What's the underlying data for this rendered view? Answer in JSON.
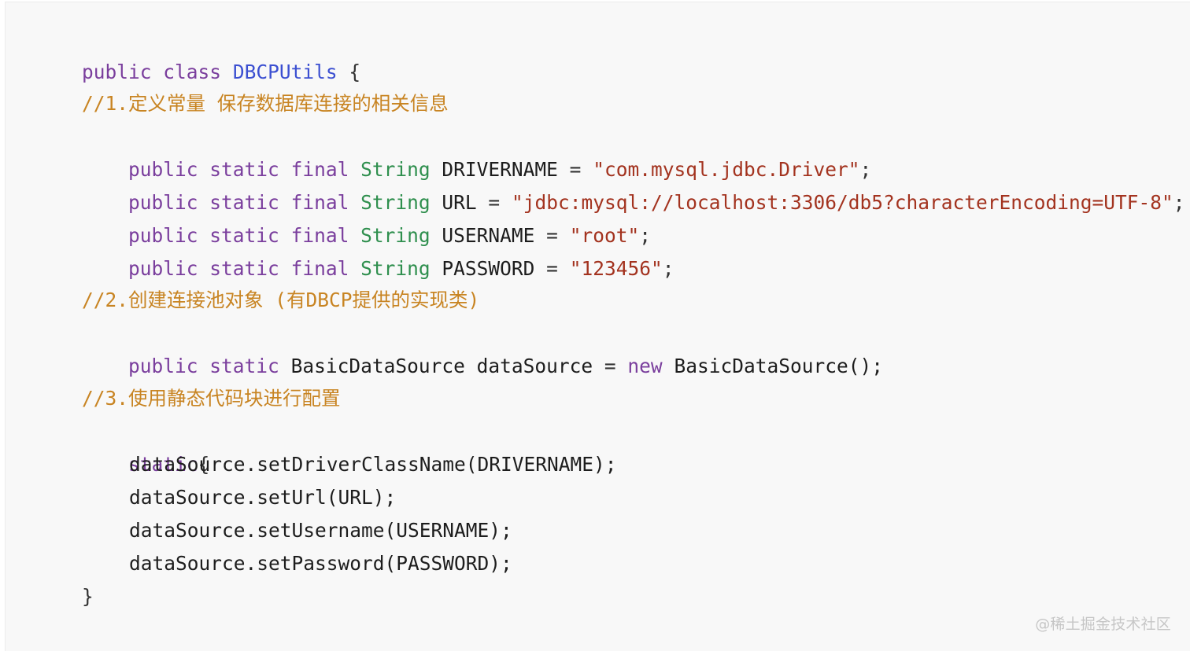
{
  "code": {
    "line1": {
      "t1": "public",
      "t2": "class",
      "t3": "DBCPUtils",
      "t4": "{"
    },
    "comment1": "//1.定义常量 保存数据库连接的相关信息",
    "line_driver": {
      "kw1": "public",
      "kw2": "static",
      "kw3": "final",
      "type": "String",
      "name": "DRIVERNAME",
      "eq": "=",
      "value": "\"com.mysql.jdbc.Driver\"",
      "semi": ";"
    },
    "line_url": {
      "kw1": "public",
      "kw2": "static",
      "kw3": "final",
      "type": "String",
      "name": "URL",
      "eq": "=",
      "value": "\"jdbc:mysql://localhost:3306/db5?characterEncoding=UTF-8\"",
      "semi": ";"
    },
    "line_user": {
      "kw1": "public",
      "kw2": "static",
      "kw3": "final",
      "type": "String",
      "name": "USERNAME",
      "eq": "=",
      "value": "\"root\"",
      "semi": ";"
    },
    "line_pass": {
      "kw1": "public",
      "kw2": "static",
      "kw3": "final",
      "type": "String",
      "name": "PASSWORD",
      "eq": "=",
      "value": "\"123456\"",
      "semi": ";"
    },
    "comment2": "//2.创建连接池对象 (有DBCP提供的实现类)",
    "line_ds": {
      "kw1": "public",
      "kw2": "static",
      "type": "BasicDataSource",
      "name": "dataSource",
      "eq": "=",
      "kw_new": "new",
      "ctor": "BasicDataSource();"
    },
    "comment3": "//3.使用静态代码块进行配置",
    "static_open": {
      "kw": "static",
      "brace": "{"
    },
    "call1": "dataSource.setDriverClassName(DRIVERNAME);",
    "call2": "dataSource.setUrl(URL);",
    "call3": "dataSource.setUsername(USERNAME);",
    "call4": "dataSource.setPassword(PASSWORD);",
    "close_brace": "}"
  },
  "watermark": "@稀土掘金技术社区",
  "colors": {
    "background": "#f8f8f8",
    "keyword": "#7a3e9d",
    "type": "#2f8f4e",
    "class_name": "#3b4fd1",
    "string": "#a3331f",
    "comment": "#c88422"
  }
}
